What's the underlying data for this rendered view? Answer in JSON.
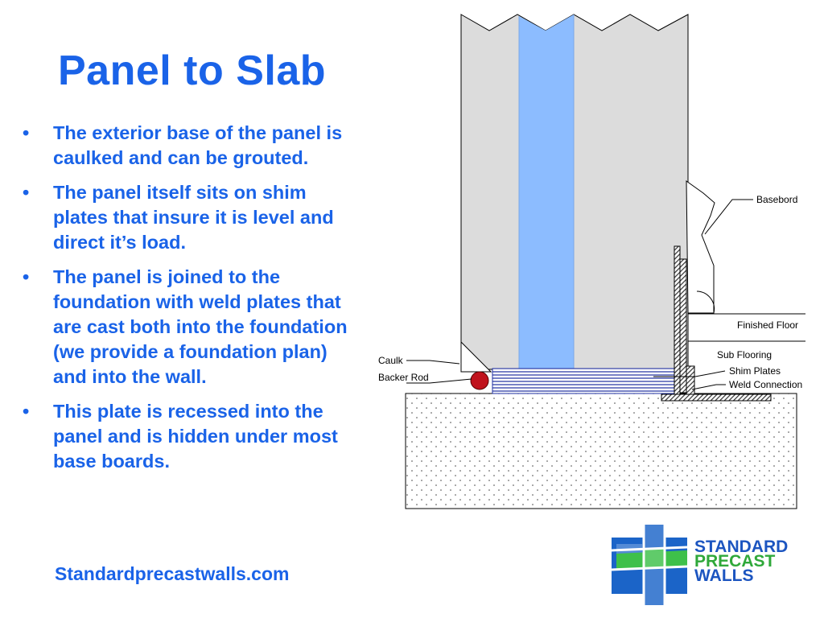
{
  "title": "Panel to Slab",
  "bullets": [
    "The exterior base of the panel is caulked and can be grouted.",
    "The panel itself sits on shim plates that insure it is level and direct it’s load.",
    "The panel is joined to the foundation with weld plates that are cast both into the foundation (we provide a foundation plan) and into the wall.",
    "This plate is recessed into the panel and is hidden under most base boards."
  ],
  "bullet_glyph": "•",
  "footer_url": "Standardprecastwalls.com",
  "diagram_labels": {
    "basebord": "Basebord",
    "finished_floor": "Finished Floor",
    "sub_flooring": "Sub Flooring",
    "shim_plates": "Shim Plates",
    "weld_connection": "Weld Connection",
    "caulk": "Caulk",
    "backer_rod": "Backer Rod"
  },
  "logo": {
    "line1": "STANDARD",
    "line2": "PRECAST",
    "line3": "WALLS"
  },
  "colors": {
    "text_blue": "#1a63e8",
    "panel_gray": "#dcdcdc",
    "insulation_blue": "#8cbcff",
    "backer_rod_red": "#c0121c",
    "shim_blue": "#1f2fa0",
    "logo_blue": "#1b64c8",
    "logo_green": "#3ec04a",
    "logo_text_blue": "#1c55c0",
    "logo_text_green": "#2fa83a"
  }
}
